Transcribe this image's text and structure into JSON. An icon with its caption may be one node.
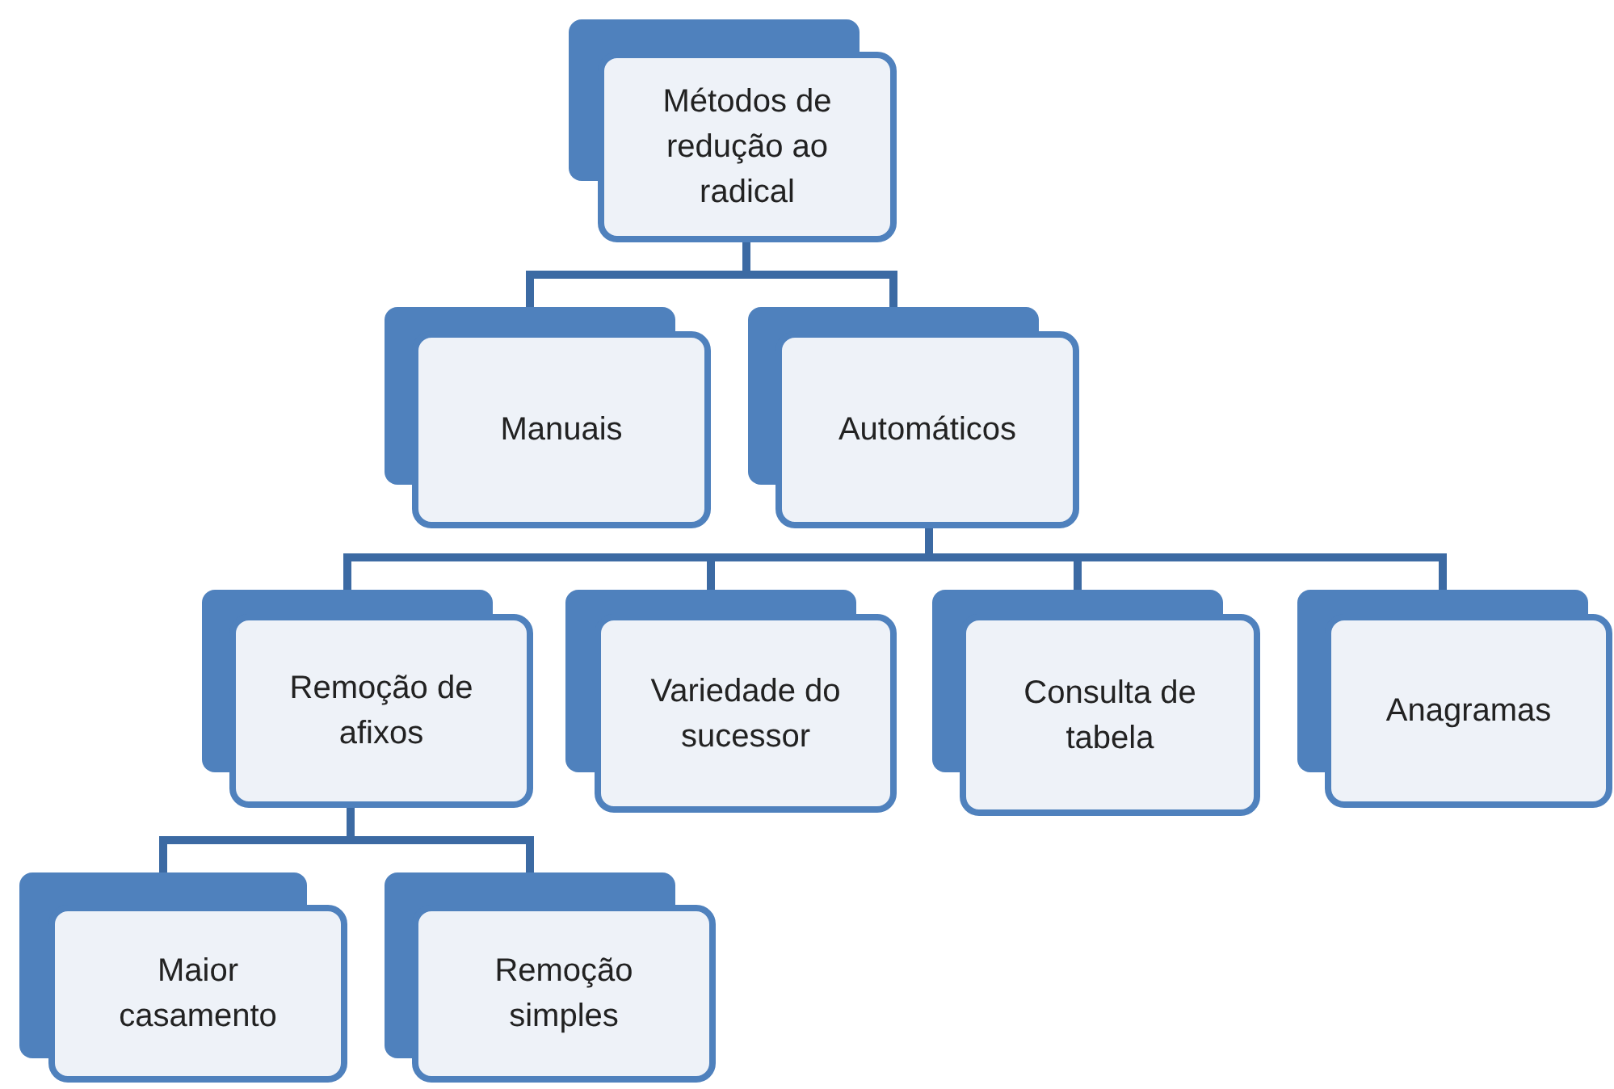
{
  "diagram": {
    "nodes": [
      {
        "text": [
          "Métodos de redução ao radical"
        ]
      },
      {
        "text": [
          "Manuais"
        ]
      },
      {
        "text": [
          "Automáticos"
        ]
      },
      {
        "text": [
          "Remoção de afixos"
        ]
      },
      {
        "text": [
          "Variedade do sucessor"
        ]
      },
      {
        "text": [
          "Consulta de tabela"
        ]
      },
      {
        "text": [
          "Anagramas"
        ]
      },
      {
        "text": [
          "Maior casamento"
        ]
      },
      {
        "text": [
          "Remoção simples"
        ]
      }
    ],
    "edges": [
      {
        "from": 0,
        "to": 1,
        "arrow": "none"
      },
      {
        "from": 0,
        "to": 2,
        "arrow": "none"
      },
      {
        "from": 2,
        "to": 3,
        "arrow": "none"
      },
      {
        "from": 2,
        "to": 4,
        "arrow": "none"
      },
      {
        "from": 2,
        "to": 5,
        "arrow": "none"
      },
      {
        "from": 2,
        "to": 6,
        "arrow": "none"
      },
      {
        "from": 3,
        "to": 7,
        "arrow": "none"
      },
      {
        "from": 3,
        "to": 8,
        "arrow": "none"
      }
    ]
  }
}
